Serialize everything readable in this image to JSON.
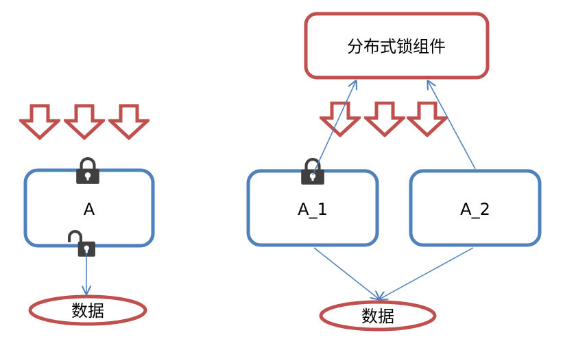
{
  "left": {
    "service_label": "A",
    "data_label": "数据"
  },
  "right": {
    "lock_component_label": "分布式锁组件",
    "service1_label": "A_1",
    "service2_label": "A_2",
    "data_label": "数据"
  },
  "colors": {
    "arrow_red": "#c0504d",
    "box_blue": "#4f81bd",
    "line_blue": "#4a7ebb",
    "lock_dark": "#404040"
  },
  "icons": [
    "down-arrow-icon",
    "lock-closed-icon",
    "lock-open-icon"
  ]
}
